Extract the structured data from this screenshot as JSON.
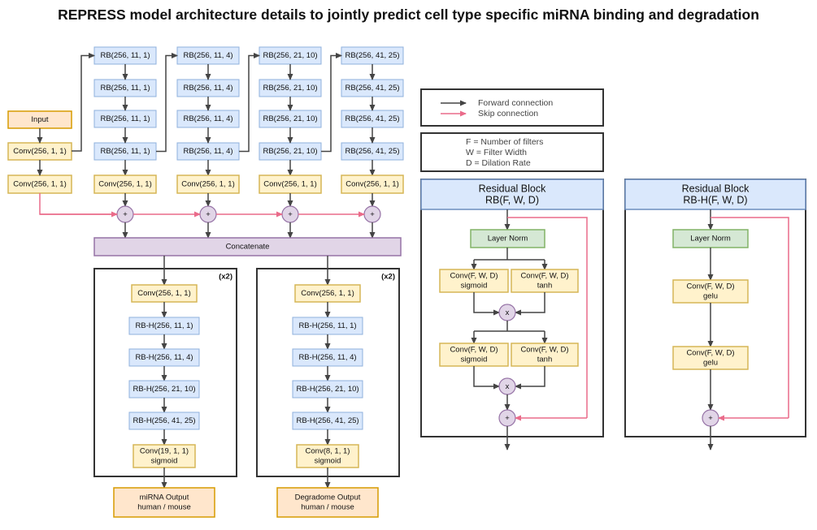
{
  "title": "REPRESS model architecture details to jointly predict cell type specific miRNA binding and degradation",
  "input": {
    "label": "Input"
  },
  "stem": {
    "conv1": "Conv(256, 1, 1)",
    "conv2": "Conv(256, 1, 1)"
  },
  "stages": [
    {
      "blocks": [
        "RB(256, 11, 1)",
        "RB(256, 11, 1)",
        "RB(256, 11, 1)",
        "RB(256, 11, 1)"
      ],
      "conv": "Conv(256, 1, 1)"
    },
    {
      "blocks": [
        "RB(256, 11, 4)",
        "RB(256, 11, 4)",
        "RB(256, 11, 4)",
        "RB(256, 11, 4)"
      ],
      "conv": "Conv(256, 1, 1)"
    },
    {
      "blocks": [
        "RB(256, 21, 10)",
        "RB(256, 21, 10)",
        "RB(256, 21, 10)",
        "RB(256, 21, 10)"
      ],
      "conv": "Conv(256, 1, 1)"
    },
    {
      "blocks": [
        "RB(256, 41, 25)",
        "RB(256, 41, 25)",
        "RB(256, 41, 25)",
        "RB(256, 41, 25)"
      ],
      "conv": "Conv(256, 1, 1)"
    }
  ],
  "concat": {
    "label": "Concatenate"
  },
  "heads": [
    {
      "repeat": "(x2)",
      "conv_in": "Conv(256, 1, 1)",
      "blocks": [
        "RB-H(256, 11, 1)",
        "RB-H(256, 11, 4)",
        "RB-H(256, 21, 10)",
        "RB-H(256, 41, 25)"
      ],
      "conv_out_line1": "Conv(19, 1, 1)",
      "conv_out_line2": "sigmoid",
      "output_line1": "miRNA Output",
      "output_line2": "human / mouse"
    },
    {
      "repeat": "(x2)",
      "conv_in": "Conv(256, 1, 1)",
      "blocks": [
        "RB-H(256, 11, 1)",
        "RB-H(256, 11, 4)",
        "RB-H(256, 21, 10)",
        "RB-H(256, 41, 25)"
      ],
      "conv_out_line1": "Conv(8, 1, 1)",
      "conv_out_line2": "sigmoid",
      "output_line1": "Degradome Output",
      "output_line2": "human / mouse"
    }
  ],
  "legend": {
    "forward": "Forward connection",
    "skip": "Skip connection",
    "defs": [
      "F = Number of filters",
      "W = Filter Width",
      "D = Dilation Rate"
    ]
  },
  "residual_block": {
    "title": "Residual Block",
    "subtitle": "RB(F, W, D)",
    "layer_norm": "Layer Norm",
    "conv_label": "Conv(F, W, D)",
    "act_left": "sigmoid",
    "act_right": "tanh",
    "mult": "x",
    "plus": "+"
  },
  "residual_block_h": {
    "title": "Residual Block",
    "subtitle": "RB-H(F, W, D)",
    "layer_norm": "Layer Norm",
    "conv_label": "Conv(F, W, D)",
    "act": "gelu",
    "plus": "+"
  },
  "colors": {
    "forward": "#444444",
    "skip": "#ea6b8a",
    "residual_fill": "#dae8fc",
    "conv_fill": "#fff2cc",
    "io_fill": "#ffe6cc",
    "norm_fill": "#d5e8d4",
    "merge_fill": "#e1d5e7"
  },
  "icons": [
    "plus-merge-icon",
    "multiply-gate-icon",
    "arrow-icon"
  ]
}
